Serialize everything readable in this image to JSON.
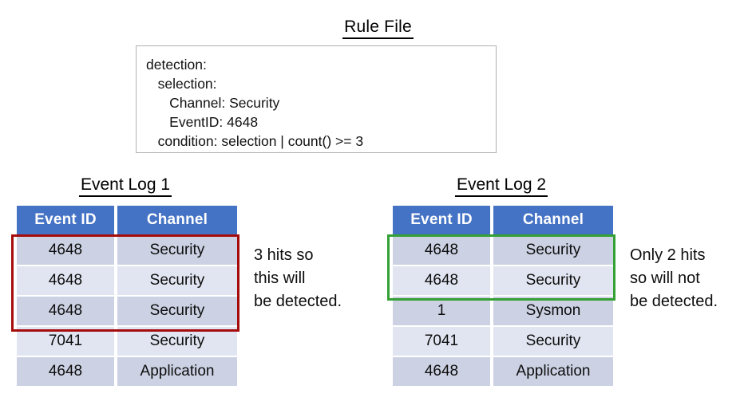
{
  "rule_file": {
    "title": "Rule File",
    "code": "detection:\n   selection:\n      Channel: Security\n      EventID: 4648\n   condition: selection | count() >= 3"
  },
  "logs": [
    {
      "title": "Event Log 1",
      "columns": [
        "Event ID",
        "Channel"
      ],
      "rows": [
        {
          "event_id": "4648",
          "channel": "Security"
        },
        {
          "event_id": "4648",
          "channel": "Security"
        },
        {
          "event_id": "4648",
          "channel": "Security"
        },
        {
          "event_id": "7041",
          "channel": "Security"
        },
        {
          "event_id": "4648",
          "channel": "Application"
        }
      ],
      "highlight": {
        "color": "#a50d0d",
        "rows": [
          0,
          1,
          2
        ]
      },
      "annotation": "3 hits so\nthis will\nbe detected."
    },
    {
      "title": "Event Log 2",
      "columns": [
        "Event ID",
        "Channel"
      ],
      "rows": [
        {
          "event_id": "4648",
          "channel": "Security"
        },
        {
          "event_id": "4648",
          "channel": "Security"
        },
        {
          "event_id": "1",
          "channel": "Sysmon"
        },
        {
          "event_id": "7041",
          "channel": "Security"
        },
        {
          "event_id": "4648",
          "channel": "Application"
        }
      ],
      "highlight": {
        "color": "#34a035",
        "rows": [
          0,
          1
        ]
      },
      "annotation": "Only 2 hits\nso will not\nbe detected."
    }
  ],
  "colors": {
    "header_blue": "#4472c4",
    "row_dark": "#ccd2e4",
    "row_light": "#e1e5f1",
    "highlight_red": "#a50d0d",
    "highlight_green": "#34a035",
    "box_border": "#b0b0b0"
  }
}
